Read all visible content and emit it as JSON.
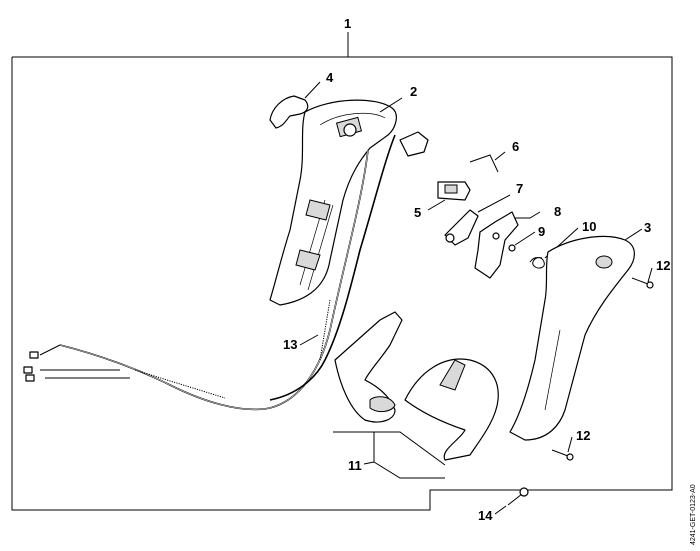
{
  "callouts": {
    "c1": "1",
    "c2": "2",
    "c3": "3",
    "c4": "4",
    "c5": "5",
    "c6": "6",
    "c7": "7",
    "c8": "8",
    "c9": "9",
    "c10": "10",
    "c11": "11",
    "c12a": "12",
    "c12b": "12",
    "c13": "13",
    "c14": "14"
  },
  "document_id": "4241-GET-0123-A0"
}
